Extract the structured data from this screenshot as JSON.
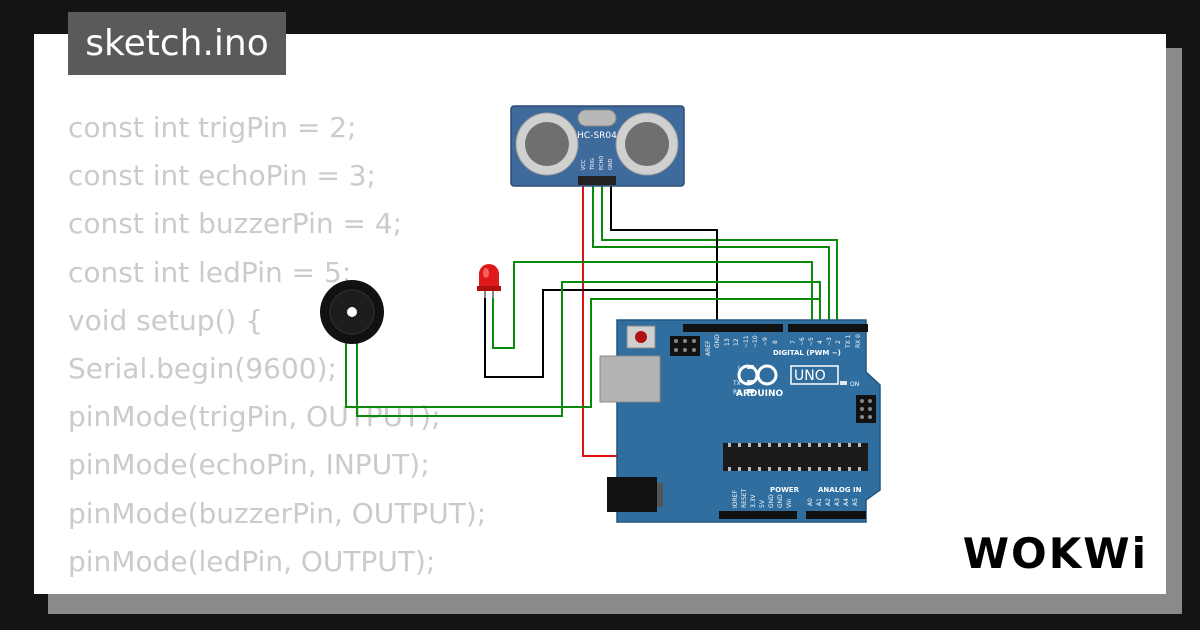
{
  "file_tab": {
    "label": "sketch.ino"
  },
  "code_lines": [
    "const int trigPin = 2;",
    "const int echoPin = 3;",
    "const int buzzerPin = 4;",
    "const int ledPin = 5;",
    "void setup() {",
    "Serial.begin(9600);",
    "pinMode(trigPin, OUTPUT);",
    "pinMode(echoPin, INPUT);",
    "pinMode(buzzerPin, OUTPUT);",
    "pinMode(ledPin, OUTPUT);",
    "}"
  ],
  "sensor": {
    "label": "HC-SR04",
    "pins": [
      "VCC",
      "TRIG",
      "ECHO",
      "GND"
    ]
  },
  "arduino": {
    "brand": "ARDUINO",
    "model": "UNO",
    "digital_label": "DIGITAL (PWM ~)",
    "digital_pins": [
      "AREF",
      "GND",
      "13",
      "12",
      "~11",
      "~10",
      "~9",
      "8",
      "7",
      "~6",
      "~5",
      "4",
      "~3",
      "2",
      "TX 1",
      "RX 0"
    ],
    "power_label": "POWER",
    "analog_label": "ANALOG IN",
    "power_pins": [
      "IOREF",
      "RESET",
      "3.3V",
      "5V",
      "GND",
      "GND",
      "Vin"
    ],
    "analog_pins": [
      "A0",
      "A1",
      "A2",
      "A3",
      "A4",
      "A5"
    ],
    "led_labels": [
      "L",
      "TX",
      "RX"
    ],
    "on_label": "ON"
  },
  "brand_logo": {
    "text": "WOKWi"
  },
  "colors": {
    "background": "#141414",
    "card": "#ffffff",
    "tab": "#5a5a5a",
    "code_text": "#cbcbcb",
    "board": "#2f6e9e",
    "sensor_board": "#3f6a9c",
    "wire_green": "#0a8a0a",
    "wire_red": "#e01010",
    "wire_black": "#000000",
    "led": "#e01a1a"
  }
}
